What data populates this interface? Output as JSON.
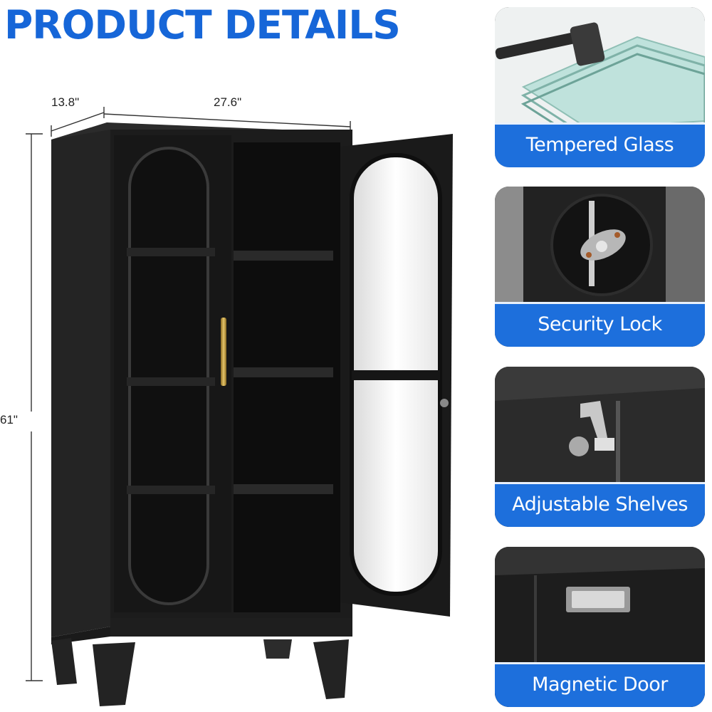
{
  "header": {
    "title": "PRODUCT DETAILS"
  },
  "dimensions": {
    "depth": "13.8\"",
    "width": "27.6\"",
    "height": "61\""
  },
  "features": [
    {
      "label": "Tempered Glass",
      "icon": "tempered-glass-hammer-icon"
    },
    {
      "label": "Security Lock",
      "icon": "cam-lock-icon"
    },
    {
      "label": "Adjustable Shelves",
      "icon": "shelf-bracket-icon"
    },
    {
      "label": "Magnetic Door",
      "icon": "magnet-catch-icon"
    }
  ],
  "colors": {
    "accent": "#1d6fdc",
    "title": "#1666d8",
    "cabinet": "#1c1c1c"
  }
}
